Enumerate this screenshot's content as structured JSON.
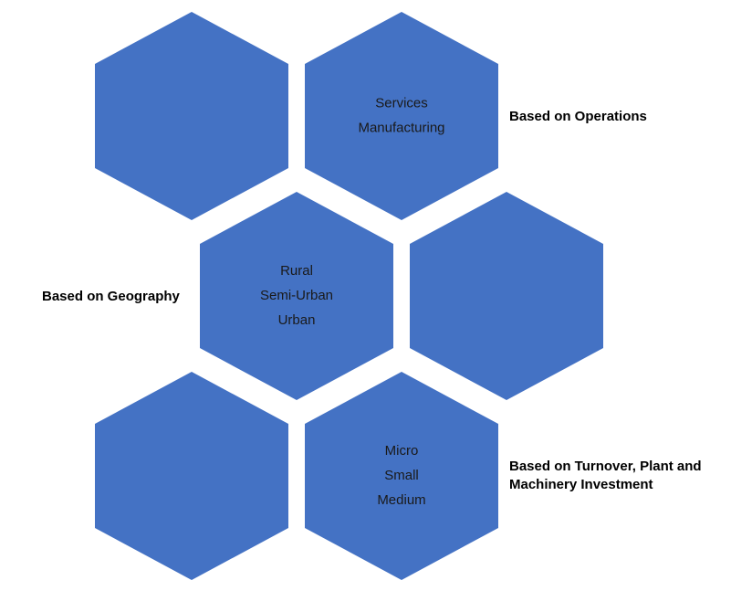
{
  "colors": {
    "hexagon_fill": "#4472c4",
    "hexagon_text": "#1a1a1a",
    "label_text": "#000000",
    "background": "#ffffff"
  },
  "hexagons": [
    {
      "id": "top-left",
      "lines": []
    },
    {
      "id": "top-right",
      "lines": [
        "Services",
        "Manufacturing"
      ]
    },
    {
      "id": "middle-left",
      "lines": [
        "Rural",
        "Semi-Urban",
        "Urban"
      ]
    },
    {
      "id": "middle-right",
      "lines": []
    },
    {
      "id": "bottom-left",
      "lines": []
    },
    {
      "id": "bottom-right",
      "lines": [
        "Micro",
        "Small",
        "Medium"
      ]
    }
  ],
  "labels": {
    "operations": "Based on Operations",
    "geography": "Based on Geography",
    "turnover_line1": "Based on Turnover, Plant and",
    "turnover_line2": "Machinery Investment"
  }
}
